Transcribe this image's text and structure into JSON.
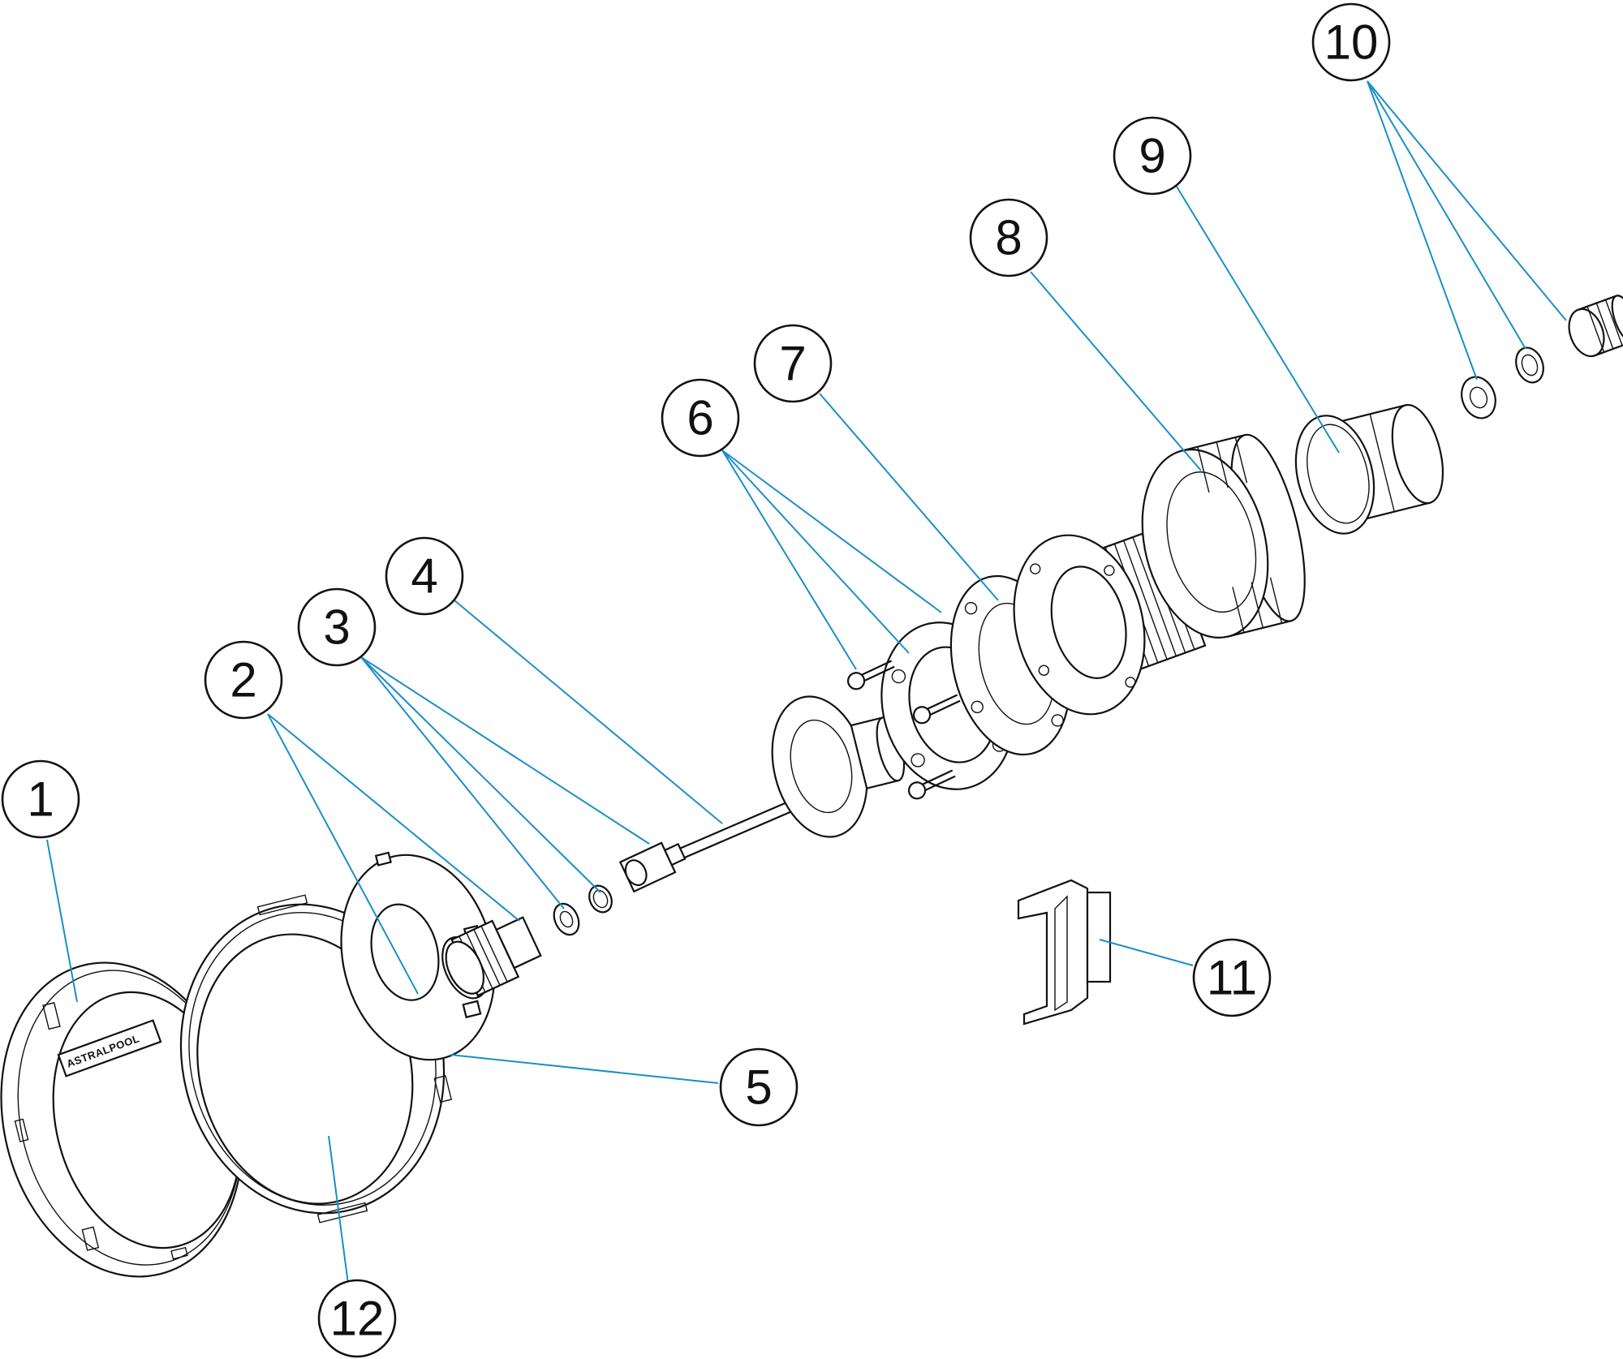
{
  "diagram": {
    "logo_text": "ASTRALPOOL",
    "leader_color": "#1a8fc8",
    "callouts": [
      {
        "label": "1"
      },
      {
        "label": "2"
      },
      {
        "label": "3"
      },
      {
        "label": "4"
      },
      {
        "label": "5"
      },
      {
        "label": "6"
      },
      {
        "label": "7"
      },
      {
        "label": "8"
      },
      {
        "label": "9"
      },
      {
        "label": "10"
      },
      {
        "label": "11"
      },
      {
        "label": "12"
      }
    ]
  }
}
